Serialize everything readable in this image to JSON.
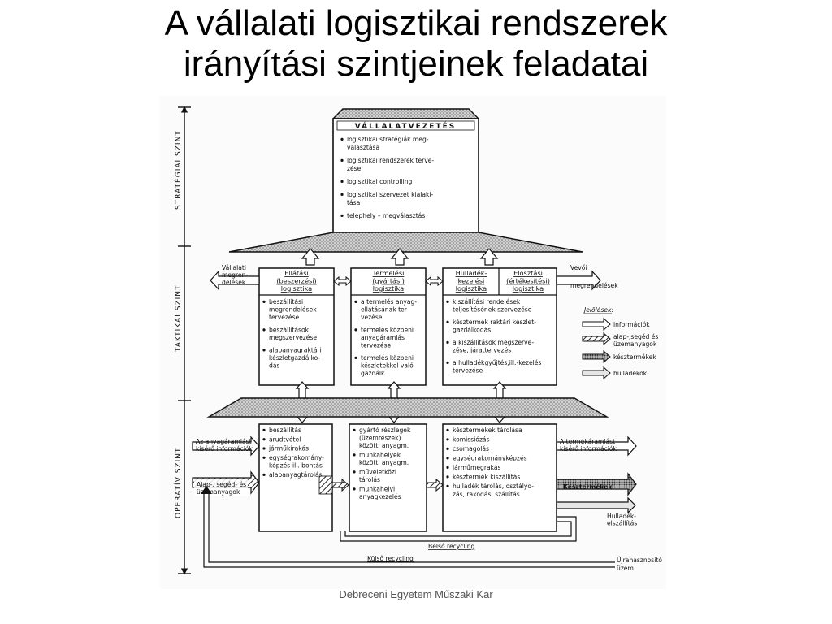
{
  "title": {
    "line1": "A vállalati logisztikai rendszerek",
    "line2": "irányítási szintjeinek feladatai"
  },
  "footer": "Debreceni Egyetem Műszaki Kar",
  "levels": {
    "strategic": "STRATÉGIAI SZINT",
    "tactical": "TAKTIKAI SZINT",
    "operative": "OPERATÍV SZINT"
  },
  "management": {
    "title": "VÁLLALATVEZETÉS",
    "items": [
      [
        "logisztikai stratégiák meg-",
        "választása"
      ],
      [
        "logisztikai rendszerek terve-",
        "zése"
      ],
      [
        "logisztikai controlling"
      ],
      [
        "logisztikai szervezet kialakí-",
        "tása"
      ],
      [
        "telephely – megválasztás"
      ]
    ]
  },
  "tactical_columns": [
    {
      "header": [
        "Ellátási",
        "(beszerzési)",
        "logisztika"
      ],
      "items": [
        [
          "beszállítási",
          "megrendelések",
          "tervezése"
        ],
        [
          "beszállítások",
          "megszervezése"
        ],
        [
          "alapanyagraktári",
          "készletgazdálko-",
          "dás"
        ]
      ]
    },
    {
      "header": [
        "Termelési",
        "(gyártási)",
        "logisztika"
      ],
      "items": [
        [
          "a termelés anyag-",
          "ellátásának ter-",
          "vezése"
        ],
        [
          "termelés közbeni",
          "anyagáramlás",
          "tervezése"
        ],
        [
          "termelés közbeni",
          "készletekkel való",
          "gazdálk."
        ]
      ]
    },
    {
      "header": [
        "Hulladék-",
        "kezelési",
        "logisztika"
      ],
      "items": []
    },
    {
      "header": [
        "Elosztási",
        "(értékesítési)",
        "logisztika"
      ],
      "items": []
    }
  ],
  "tactical_combined_items": [
    [
      "kiszállítási rendelések",
      "teljesítésének szervezése"
    ],
    [
      "késztermék raktári készlet-",
      "gazdálkodás"
    ],
    [
      "a kiszállítások megszerve-",
      "zése, járattervezés"
    ],
    [
      "a hulladékgyűjtés,ill.-kezelés",
      "tervezése"
    ]
  ],
  "operative_columns": [
    {
      "items": [
        [
          "beszállítás"
        ],
        [
          "árudtvétel"
        ],
        [
          "járműkirakás"
        ],
        [
          "egységrakomány-",
          "képzés-ill. bontás"
        ],
        [
          "alapanyagtárolás"
        ]
      ]
    },
    {
      "items": [
        [
          "gyártó részlegek",
          "(üzemrészek)",
          "közötti anyagm."
        ],
        [
          "munkahelyek",
          "közötti anyagm."
        ],
        [
          "műveletközi",
          "tárolás"
        ],
        [
          "munkahelyi",
          "anyagkezelés"
        ]
      ]
    },
    {
      "items": [
        [
          "késztermékek tárolása"
        ],
        [
          "komissiózás"
        ],
        [
          "csomagolás"
        ],
        [
          "egységrakományképzés"
        ],
        [
          "járműmegrakás"
        ],
        [
          "késztermék kiszállítás"
        ],
        [
          "hulladék tárolás, osztályo-",
          "zás, rakodás, szállítás"
        ]
      ]
    }
  ],
  "flows": {
    "supplier_orders": [
      "Vállalati",
      "megren-",
      "delések"
    ],
    "customer_orders": [
      "Vevői",
      "megrendelések"
    ],
    "material_info": [
      "Az anyagáramlást",
      "kísérő információk"
    ],
    "raw_materials": [
      "Alap-, segéd- és",
      "üzemanyagok"
    ],
    "product_info": [
      "A termékáramlást",
      "kísérő információk"
    ],
    "finished_products": "Késztermékek",
    "waste_shipping": [
      "Hulladék-",
      "elszállítás"
    ],
    "internal_recycling": "Belső recycling",
    "external_recycling": "Külső recycling",
    "recycling_plant": [
      "Újrahasznosító",
      "üzem"
    ]
  },
  "legend": {
    "title": "Jelölések:",
    "items": [
      "információk",
      "alap-,segéd és",
      "üzemanyagok",
      "késztermékek",
      "hulladékok"
    ]
  }
}
